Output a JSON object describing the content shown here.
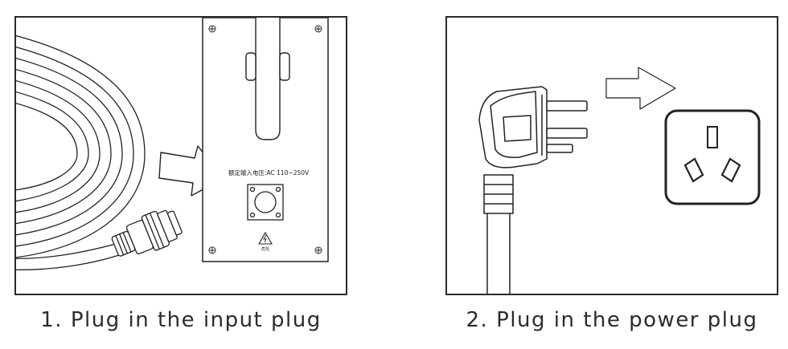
{
  "steps": [
    {
      "caption": "1. Plug in the input plug",
      "panel_label": "额定输入电压:AC 110~250V",
      "warning_label": "危险"
    },
    {
      "caption": "2. Plug in the power plug"
    }
  ],
  "colors": {
    "line": "#222222",
    "frame": "#2a2a2a",
    "caption_text": "#2b2b2b"
  },
  "icons": [
    "coiled-cable-icon",
    "aviation-connector-icon",
    "arrow-right-icon",
    "input-socket-icon",
    "high-voltage-warning-icon",
    "right-angle-plug-icon",
    "wall-outlet-icon"
  ]
}
